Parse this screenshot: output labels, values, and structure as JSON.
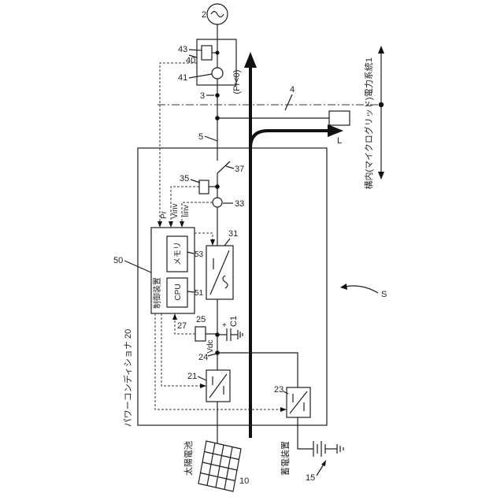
{
  "labels": {
    "ac_source": "2",
    "meter_sub_43": "43",
    "meter": "40",
    "meter_sub_41": "41",
    "node_3": "3",
    "pr_condition": "(Pr<0)",
    "grid_boundary": "4",
    "power_grid": "電力系統1",
    "premises": "構内(マイクログリッド)",
    "load": "L",
    "line_5": "5",
    "sensor_35": "35",
    "switch_37": "37",
    "sensor_33": "33",
    "inverter_31": "31",
    "signal_pr": "Pr",
    "signal_vinv": "Vinv",
    "signal_iinv": "Iinv",
    "controller_ref": "50",
    "memory": "メモリ",
    "memory_ref": "53",
    "cpu": "CPU",
    "cpu_ref": "51",
    "controller": "制御装置",
    "sensor_25": "25",
    "sensor_27": "27",
    "capacitor": "C1",
    "capacitor_plus": "+",
    "vdc": "Vdc",
    "node_24": "24",
    "converter_21": "21",
    "converter_23": "23",
    "power_conditioner": "パワーコンディショナ 20",
    "system": "S",
    "solar_cell": "太陽電池",
    "solar_ref": "10",
    "storage": "蓄電装置",
    "storage_ref": "15"
  }
}
